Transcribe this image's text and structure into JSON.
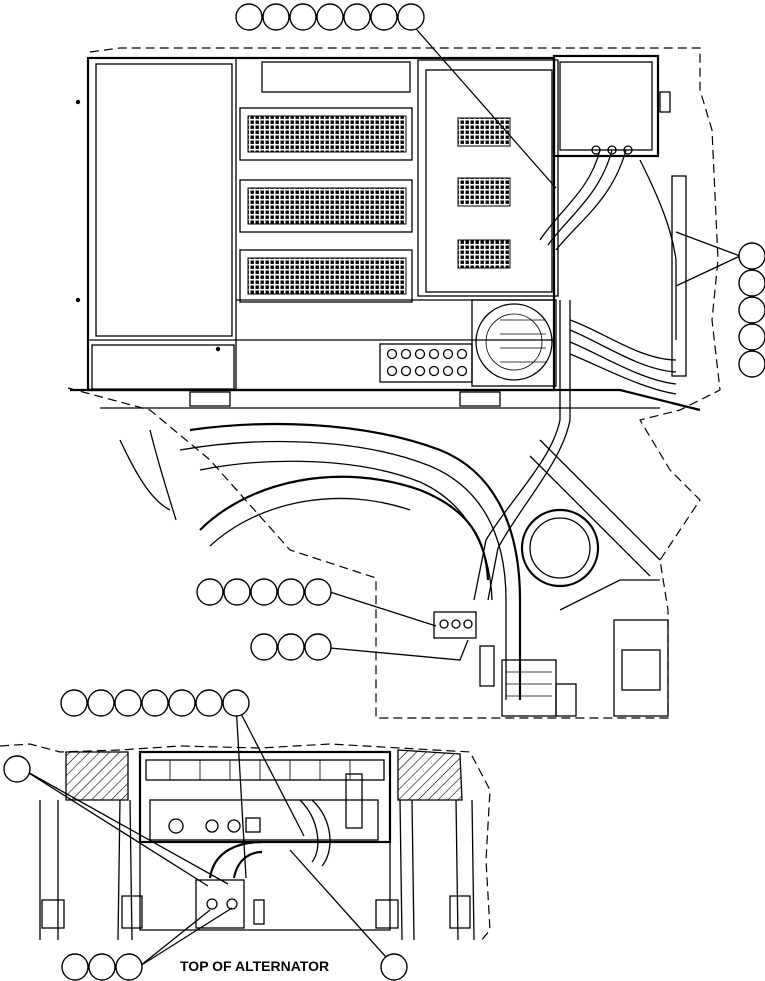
{
  "caption": "TOP OF ALTERNATOR",
  "callout_groups": [
    {
      "name": "callout-top",
      "count": 7
    },
    {
      "name": "callout-right",
      "count": 5
    },
    {
      "name": "callout-middle-upper",
      "count": 5
    },
    {
      "name": "callout-middle-lower",
      "count": 3
    },
    {
      "name": "callout-alternator-top",
      "count": 7
    },
    {
      "name": "callout-alternator-left",
      "count": 1
    },
    {
      "name": "callout-alternator-bottom-left",
      "count": 3
    },
    {
      "name": "callout-alternator-bottom-right",
      "count": 1
    }
  ]
}
